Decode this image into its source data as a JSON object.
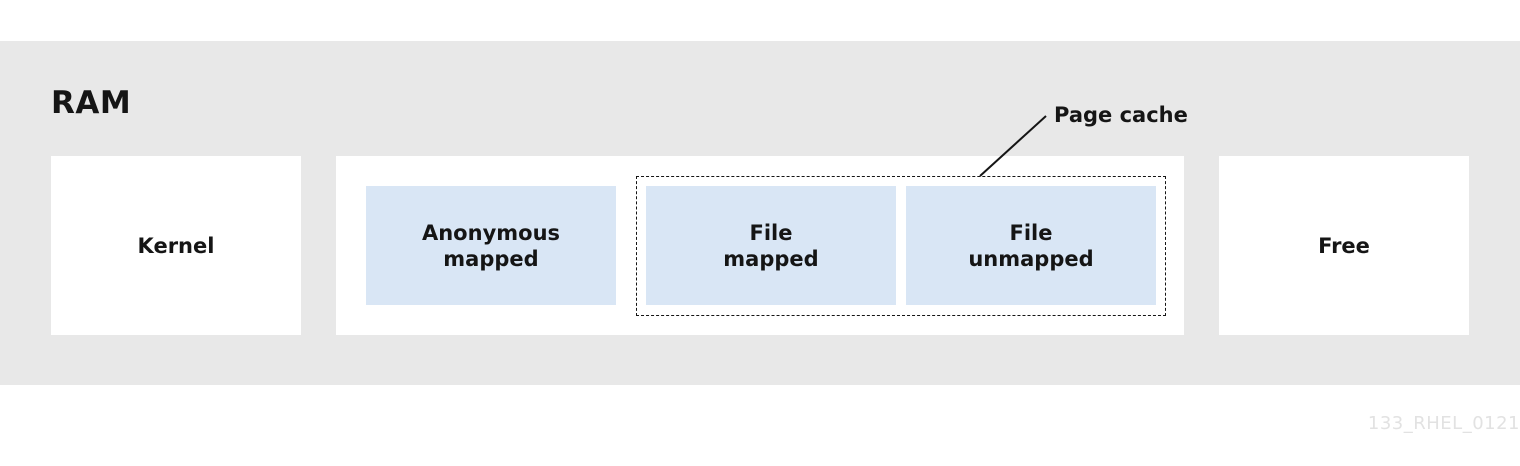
{
  "diagram": {
    "title": "RAM",
    "boxes": {
      "kernel": "Kernel",
      "free": "Free"
    },
    "cells": {
      "anonymous": {
        "line1": "Anonymous",
        "line2": "mapped"
      },
      "file_mapped": {
        "line1": "File",
        "line2": "mapped"
      },
      "file_unmapped": {
        "line1": "File",
        "line2": "unmapped"
      }
    },
    "group_label": "Page cache",
    "watermark": "133_RHEL_0121"
  },
  "colors": {
    "background_band": "#e8e8e8",
    "box_fill": "#ffffff",
    "cell_fill": "#d9e6f5",
    "text": "#151515"
  }
}
